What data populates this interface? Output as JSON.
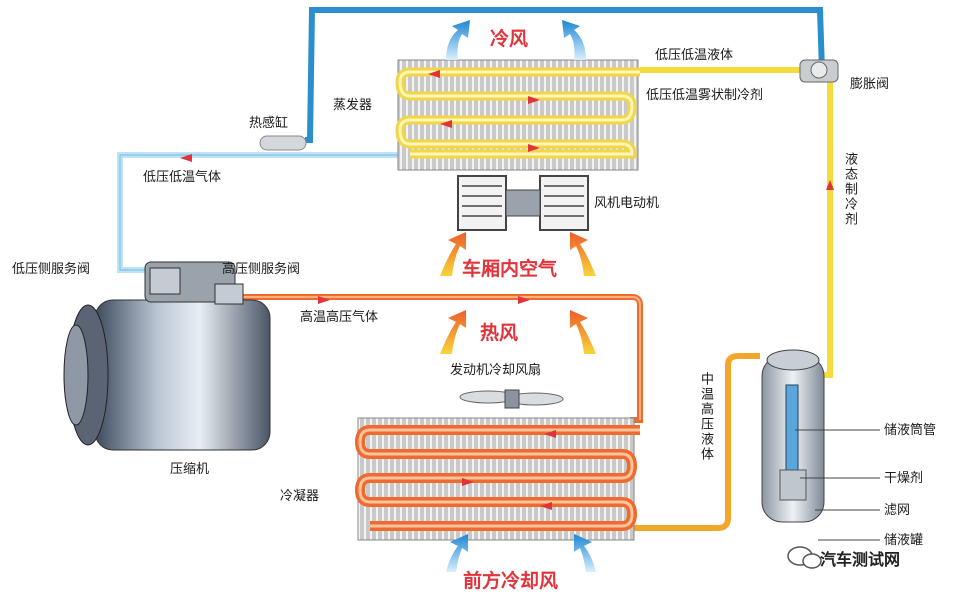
{
  "labels": {
    "cold_air": "冷风",
    "low_temp_liquid": "低压低温液体",
    "expansion_valve": "膨胀阀",
    "evaporator": "蒸发器",
    "mist_refrigerant": "低压低温雾状制冷剂",
    "heat_bulb": "热感缸",
    "low_temp_gas": "低压低温气体",
    "liquid_refrigerant": "液态制冷剂",
    "blower_motor": "风机电动机",
    "cabin_air": "车厢内空气",
    "low_side_valve": "低压侧服务阀",
    "high_side_valve": "高压侧服务阀",
    "high_temp_gas": "高温高压气体",
    "hot_air": "热风",
    "engine_fan": "发动机冷却风扇",
    "mid_temp_liquid": "中温高压液体",
    "receiver_tube": "储液筒管",
    "desiccant": "干燥剂",
    "filter": "滤网",
    "receiver": "储液罐",
    "compressor": "压缩机",
    "condenser": "冷凝器",
    "front_cooling_air": "前方冷却风"
  },
  "watermark": "汽车测试网",
  "colors": {
    "low_pressure_gas": "#2b8fcf",
    "low_pressure_light": "#bfe3f5",
    "liquid_yellow": "#f5dc3c",
    "high_pressure_hot": "#ee6a2e",
    "arrow_red": "#e2333a",
    "airflow_blue": "#2a8fd8"
  }
}
